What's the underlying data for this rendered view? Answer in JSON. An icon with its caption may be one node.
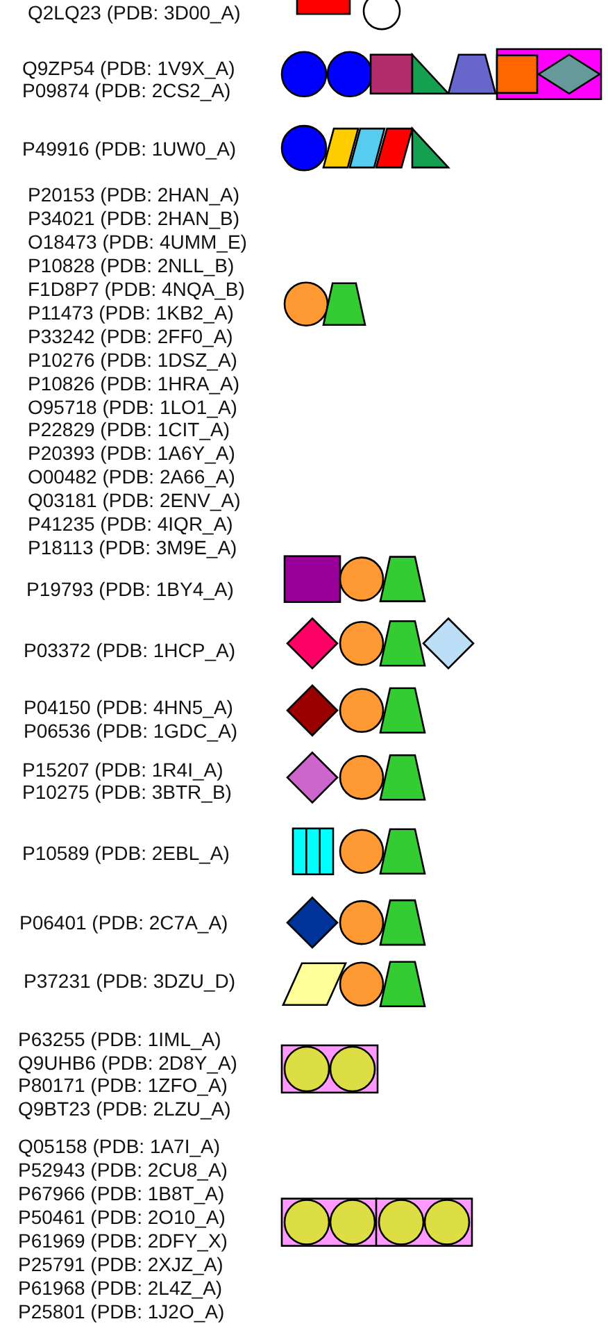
{
  "diagram": {
    "labels": [
      "Q2LQ23 (PDB: 3D00_A)",
      "Q9ZP54 (PDB: 1V9X_A)",
      "P09874 (PDB: 2CS2_A)",
      "P49916 (PDB: 1UW0_A)",
      "P20153 (PDB: 2HAN_A)",
      "P34021 (PDB: 2HAN_B)",
      "O18473 (PDB: 4UMM_E)",
      "P10828 (PDB: 2NLL_B)",
      "F1D8P7 (PDB: 4NQA_B)",
      "P11473 (PDB: 1KB2_A)",
      "P33242 (PDB: 2FF0_A)",
      "P10276 (PDB: 1DSZ_A)",
      "P10826 (PDB: 1HRA_A)",
      "O95718 (PDB: 1LO1_A)",
      "P22829 (PDB: 1CIT_A)",
      "P20393 (PDB: 1A6Y_A)",
      "O00482 (PDB: 2A66_A)",
      "Q03181 (PDB: 2ENV_A)",
      "P41235 (PDB: 4IQR_A)",
      "P18113 (PDB: 3M9E_A)",
      "P19793 (PDB: 1BY4_A)",
      "P03372 (PDB: 1HCP_A)",
      "P04150 (PDB: 4HN5_A)",
      "P06536 (PDB: 1GDC_A)",
      "P15207 (PDB: 1R4I_A)",
      "P10275 (PDB: 3BTR_B)",
      "P10589 (PDB: 2EBL_A)",
      "P06401 (PDB: 2C7A_A)",
      "P37231 (PDB: 3DZU_D)",
      "P63255 (PDB: 1IML_A)",
      "Q9UHB6 (PDB: 2D8Y_A)",
      "P80171 (PDB: 1ZFO_A)",
      "Q9BT23 (PDB: 2LZU_A)",
      "Q05158 (PDB: 1A7I_A)",
      "P52943 (PDB: 2CU8_A)",
      "P67966 (PDB: 1B8T_A)",
      "P50461 (PDB: 2O10_A)",
      "P61969 (PDB: 2DFY_X)",
      "P25791 (PDB: 2XJZ_A)",
      "P61968 (PDB: 2L4Z_A)",
      "P25801 (PDB: 1J2O_A)"
    ]
  }
}
